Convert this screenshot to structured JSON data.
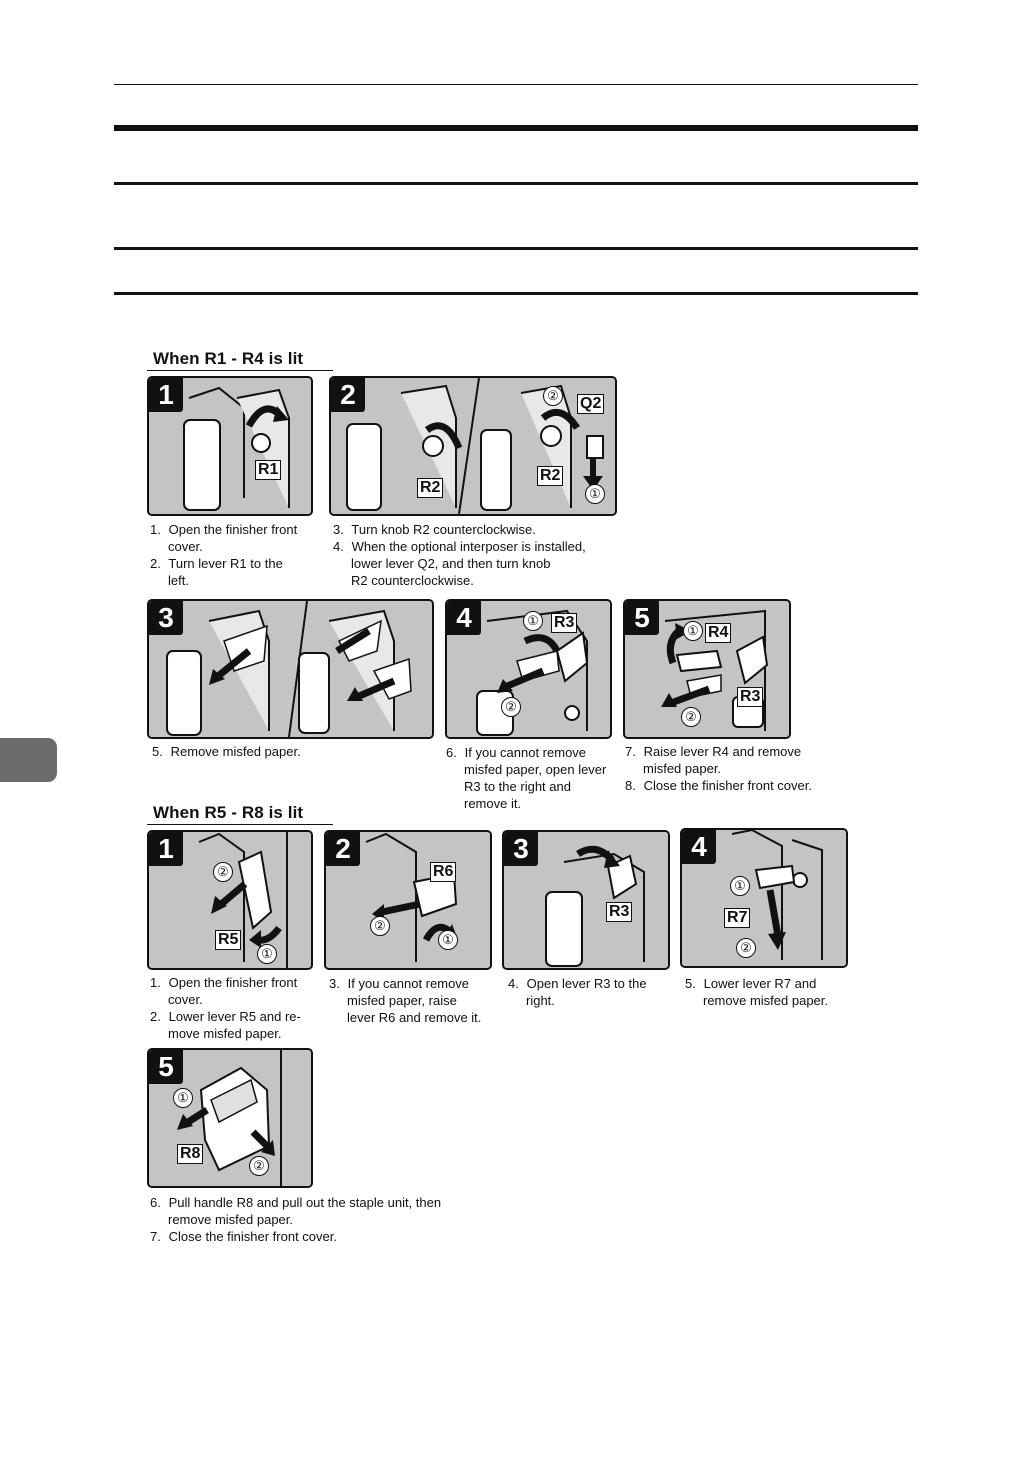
{
  "section1": {
    "heading": "When R1 - R4 is lit",
    "panels": [
      {
        "num": "1",
        "callouts": [
          "R1"
        ]
      },
      {
        "num": "2",
        "callouts": [
          "R2",
          "R2",
          "Q2"
        ],
        "circles": [
          "②",
          "①"
        ]
      },
      {
        "num": "3"
      },
      {
        "num": "4",
        "callouts": [
          "R3"
        ],
        "circles": [
          "①",
          "②"
        ]
      },
      {
        "num": "5",
        "callouts": [
          "R4",
          "R3"
        ],
        "circles": [
          "①",
          "②"
        ]
      }
    ],
    "captions": {
      "c1": [
        {
          "n": "1.",
          "t": "Open the finisher front"
        },
        {
          "n": "",
          "t": "cover."
        },
        {
          "n": "2.",
          "t": "Turn lever R1 to the"
        },
        {
          "n": "",
          "t": "left."
        }
      ],
      "c2": [
        {
          "n": "3.",
          "t": "Turn knob R2 counterclockwise."
        },
        {
          "n": "4.",
          "t": "When the optional interposer is installed,"
        },
        {
          "n": "",
          "t": "lower lever Q2, and then turn knob"
        },
        {
          "n": "",
          "t": "R2 counterclockwise."
        }
      ],
      "c3": [
        {
          "n": "5.",
          "t": "Remove misfed paper."
        }
      ],
      "c4": [
        {
          "n": "6.",
          "t": "If you cannot remove"
        },
        {
          "n": "",
          "t": "misfed paper, open lever"
        },
        {
          "n": "",
          "t": "R3 to the right and"
        },
        {
          "n": "",
          "t": "remove it."
        }
      ],
      "c5": [
        {
          "n": "7.",
          "t": "Raise lever R4 and remove"
        },
        {
          "n": "",
          "t": "misfed paper."
        },
        {
          "n": "8.",
          "t": "Close the finisher front cover."
        }
      ]
    }
  },
  "section2": {
    "heading": "When R5 - R8 is lit",
    "panels": [
      {
        "num": "1",
        "callouts": [
          "R5"
        ],
        "circles": [
          "②",
          "①"
        ]
      },
      {
        "num": "2",
        "callouts": [
          "R6"
        ],
        "circles": [
          "②",
          "①"
        ]
      },
      {
        "num": "3",
        "callouts": [
          "R3"
        ]
      },
      {
        "num": "4",
        "callouts": [
          "R7"
        ],
        "circles": [
          "①",
          "②"
        ]
      },
      {
        "num": "5",
        "callouts": [
          "R8"
        ],
        "circles": [
          "①",
          "②"
        ]
      }
    ],
    "captions": {
      "c1": [
        {
          "n": "1.",
          "t": "Open the finisher front"
        },
        {
          "n": "",
          "t": "cover."
        },
        {
          "n": "2.",
          "t": "Lower lever R5 and re-"
        },
        {
          "n": "",
          "t": "move misfed paper."
        }
      ],
      "c2": [
        {
          "n": "3.",
          "t": "If you cannot remove"
        },
        {
          "n": "",
          "t": "misfed paper, raise"
        },
        {
          "n": "",
          "t": "lever R6 and remove it."
        }
      ],
      "c3": [
        {
          "n": "4.",
          "t": "Open lever R3 to the"
        },
        {
          "n": "",
          "t": "right."
        }
      ],
      "c4": [
        {
          "n": "5.",
          "t": "Lower lever R7 and"
        },
        {
          "n": "",
          "t": "remove misfed paper."
        }
      ],
      "c5": [
        {
          "n": "6.",
          "t": "Pull handle R8 and pull out the staple unit, then"
        },
        {
          "n": "",
          "t": "remove misfed paper."
        },
        {
          "n": "7.",
          "t": "Close the finisher front cover."
        }
      ]
    }
  }
}
